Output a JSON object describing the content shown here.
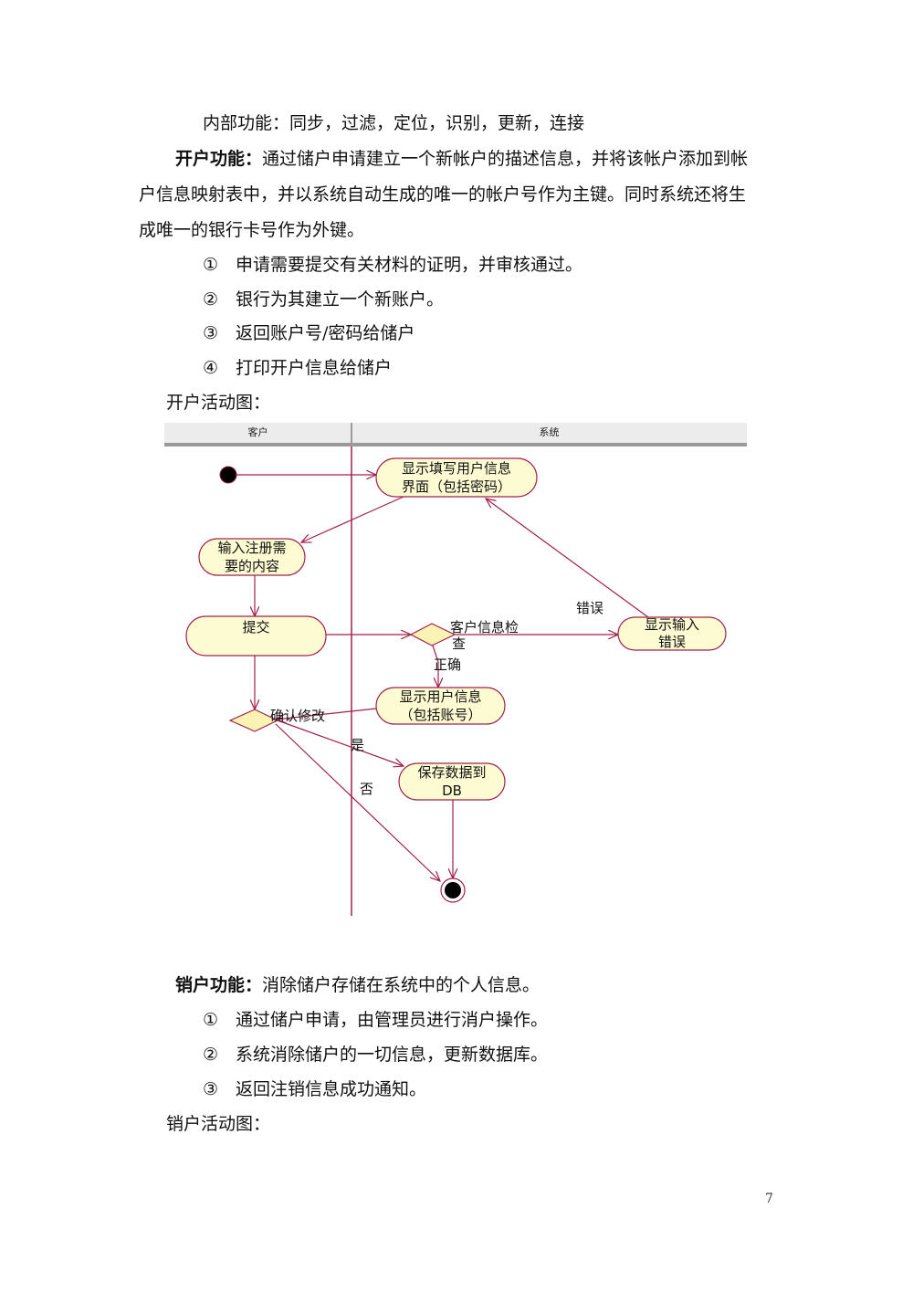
{
  "intro": {
    "internal_functions": "内部功能：同步，过滤，定位，识别，更新，连接"
  },
  "open_account": {
    "heading": "开户功能：",
    "description_line1": "通过储户申请建立一个新帐户的描述信息，并将该帐户添加到帐",
    "description_line2": "户信息映射表中，并以系统自动生成的唯一的帐户号作为主键。同时系统还将生",
    "description_line3": "成唯一的银行卡号作为外键。",
    "steps": [
      {
        "num": "①",
        "text": "申请需要提交有关材料的证明，并审核通过。"
      },
      {
        "num": "②",
        "text": "银行为其建立一个新账户。"
      },
      {
        "num": "③",
        "text": "返回账户号/密码给储户"
      },
      {
        "num": "④",
        "text": "打印开户信息给储户"
      }
    ],
    "diagram_caption": "开户活动图："
  },
  "diagram": {
    "lanes": [
      {
        "label": "客户"
      },
      {
        "label": "系统"
      }
    ],
    "nodes": {
      "show_form": {
        "line1": "显示填写用户信息",
        "line2": "界面（包括密码）"
      },
      "input_content": {
        "line1": "输入注册需",
        "line2": "要的内容"
      },
      "submit": {
        "line1": "提交"
      },
      "show_error": {
        "line1": "显示输入",
        "line2": "错误"
      },
      "show_user_info": {
        "line1": "显示用户信息",
        "line2": "（包括账号）"
      },
      "save_db": {
        "line1": "保存数据到",
        "line2": "DB"
      }
    },
    "decisions": {
      "check": {
        "line1": "客户信息检",
        "line2": "查"
      },
      "confirm": {
        "label": "确认修改"
      }
    },
    "edge_labels": {
      "error": "错误",
      "correct": "正确",
      "yes": "是",
      "no": "否"
    },
    "colors": {
      "line": "#a0204a",
      "node_fill": "#fdfbd2",
      "diamond_fill": "#fbf3b4",
      "header_bg": "#ececec"
    }
  },
  "close_account": {
    "heading": "销户功能：",
    "description": "消除储户存储在系统中的个人信息。",
    "steps": [
      {
        "num": "①",
        "text": "通过储户申请，由管理员进行消户操作。"
      },
      {
        "num": "②",
        "text": "系统消除储户的一切信息，更新数据库。"
      },
      {
        "num": "③",
        "text": "返回注销信息成功通知。"
      }
    ],
    "diagram_caption": "销户活动图："
  },
  "footer": {
    "page_number": "7"
  }
}
